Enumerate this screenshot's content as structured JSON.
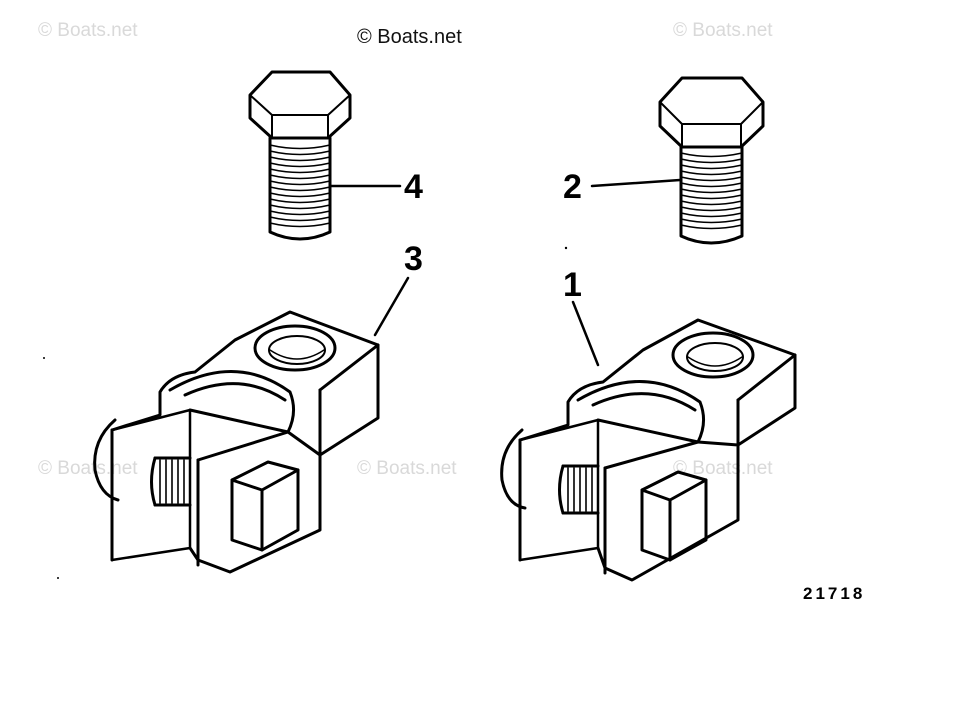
{
  "watermarks": {
    "top_left": "© Boats.net",
    "top_center": "© Boats.net",
    "top_right": "© Boats.net",
    "mid_left": "© Boats.net",
    "mid_center": "© Boats.net",
    "mid_right": "© Boats.net"
  },
  "callouts": {
    "part_1": "1",
    "part_2": "2",
    "part_3": "3",
    "part_4": "4"
  },
  "reference_number": "21718",
  "colors": {
    "line": "#000000",
    "background": "#ffffff",
    "watermark_faint": "#d9d9d9"
  }
}
